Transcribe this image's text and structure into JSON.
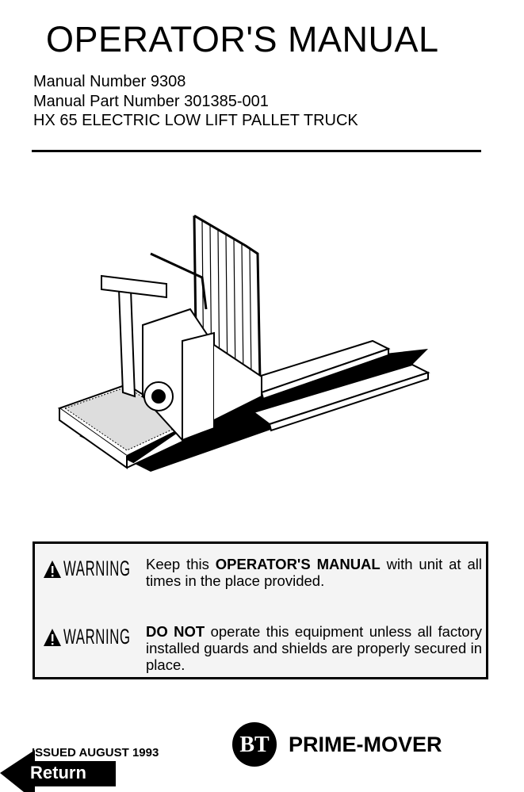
{
  "header": {
    "title": "OPERATOR'S MANUAL",
    "lines": [
      "Manual Number 9308",
      "Manual Part Number 301385-001",
      "HX 65 ELECTRIC LOW LIFT PALLET TRUCK"
    ]
  },
  "warnings": [
    {
      "label": "WARNING",
      "bold": "OPERATOR'S MANUAL",
      "pre": "Keep this ",
      "post": " with unit at all times in the place provided."
    },
    {
      "label": "WARNING",
      "bold": "DO NOT",
      "pre": "",
      "post": " operate this equipment unless all factory installed guards and shields are properly secured in place."
    }
  ],
  "footer": {
    "issued": "ISSUED AUGUST 1993",
    "brand": "PRIME-MOVER",
    "logo_text": "BT",
    "return_label": "Return"
  }
}
